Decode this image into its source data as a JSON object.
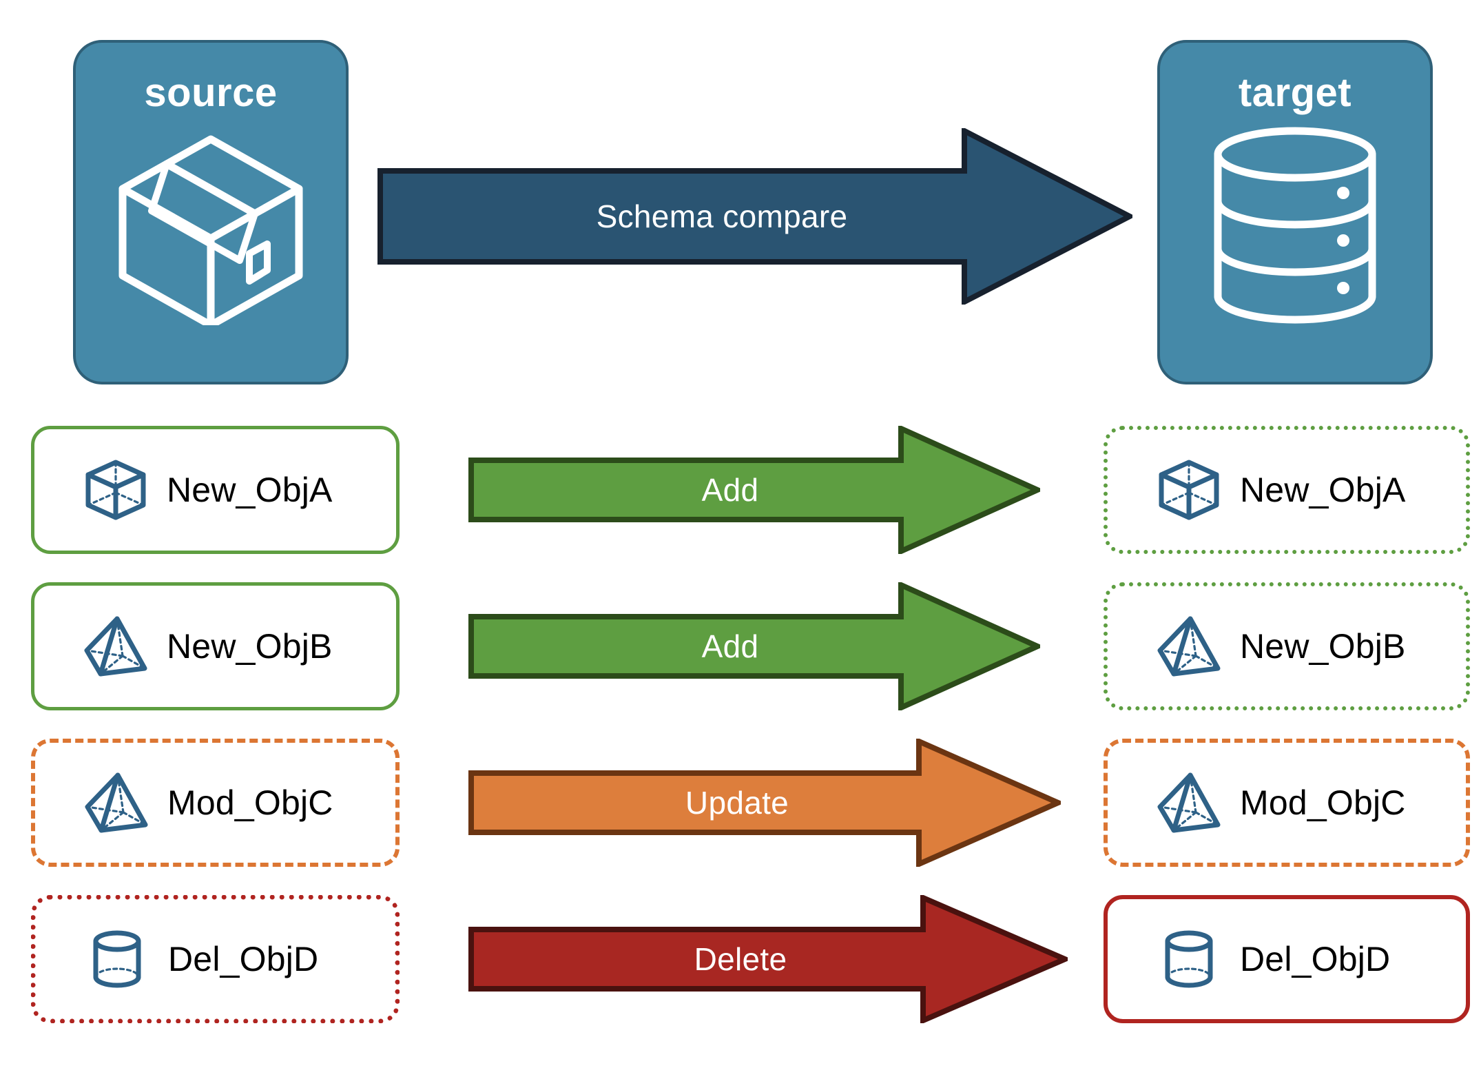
{
  "endpoints": {
    "source": {
      "title": "source",
      "icon": "package-box-icon",
      "color": "#4589A8",
      "border_color": "#2F6078"
    },
    "target": {
      "title": "target",
      "icon": "database-cylinder-icon",
      "color": "#4589A8",
      "border_color": "#2F6078"
    }
  },
  "compare_arrow": {
    "label": "Schema compare",
    "fill": "#2A5472",
    "stroke": "#17212E",
    "direction": "right"
  },
  "rows": [
    {
      "source": {
        "label": "New_ObjA",
        "icon": "wireframe-cube-icon",
        "border_style": "solid",
        "border_color": "#5E9E41"
      },
      "action": {
        "label": "Add",
        "fill": "#5E9E41",
        "stroke": "#2C4C1A",
        "direction": "right"
      },
      "target": {
        "label": "New_ObjA",
        "icon": "wireframe-cube-icon",
        "border_style": "dotted",
        "border_color": "#5E9E41"
      }
    },
    {
      "source": {
        "label": "New_ObjB",
        "icon": "wireframe-pyramid-icon",
        "border_style": "solid",
        "border_color": "#5E9E41"
      },
      "action": {
        "label": "Add",
        "fill": "#5E9E41",
        "stroke": "#2C4C1A",
        "direction": "right"
      },
      "target": {
        "label": "New_ObjB",
        "icon": "wireframe-pyramid-icon",
        "border_style": "dotted",
        "border_color": "#5E9E41"
      }
    },
    {
      "source": {
        "label": "Mod_ObjC",
        "icon": "wireframe-pyramid-icon",
        "border_style": "dashed",
        "border_color": "#DC7633"
      },
      "action": {
        "label": "Update",
        "fill": "#DD7E3C",
        "stroke": "#6B3512",
        "direction": "right"
      },
      "target": {
        "label": "Mod_ObjC",
        "icon": "wireframe-pyramid-icon",
        "border_style": "dashed",
        "border_color": "#DC7633"
      }
    },
    {
      "source": {
        "label": "Del_ObjD",
        "icon": "wireframe-cylinder-icon",
        "border_style": "dotted",
        "border_color": "#B02420"
      },
      "action": {
        "label": "Delete",
        "fill": "#A82722",
        "stroke": "#4A120F",
        "direction": "right"
      },
      "target": {
        "label": "Del_ObjD",
        "icon": "wireframe-cylinder-icon",
        "border_style": "solid",
        "border_color": "#B02420"
      }
    }
  ],
  "palette": {
    "object_icon_stroke": "#2E6187",
    "card_background": "#FFFFFF",
    "page_background": "#FFFFFF",
    "text": "#000000"
  }
}
